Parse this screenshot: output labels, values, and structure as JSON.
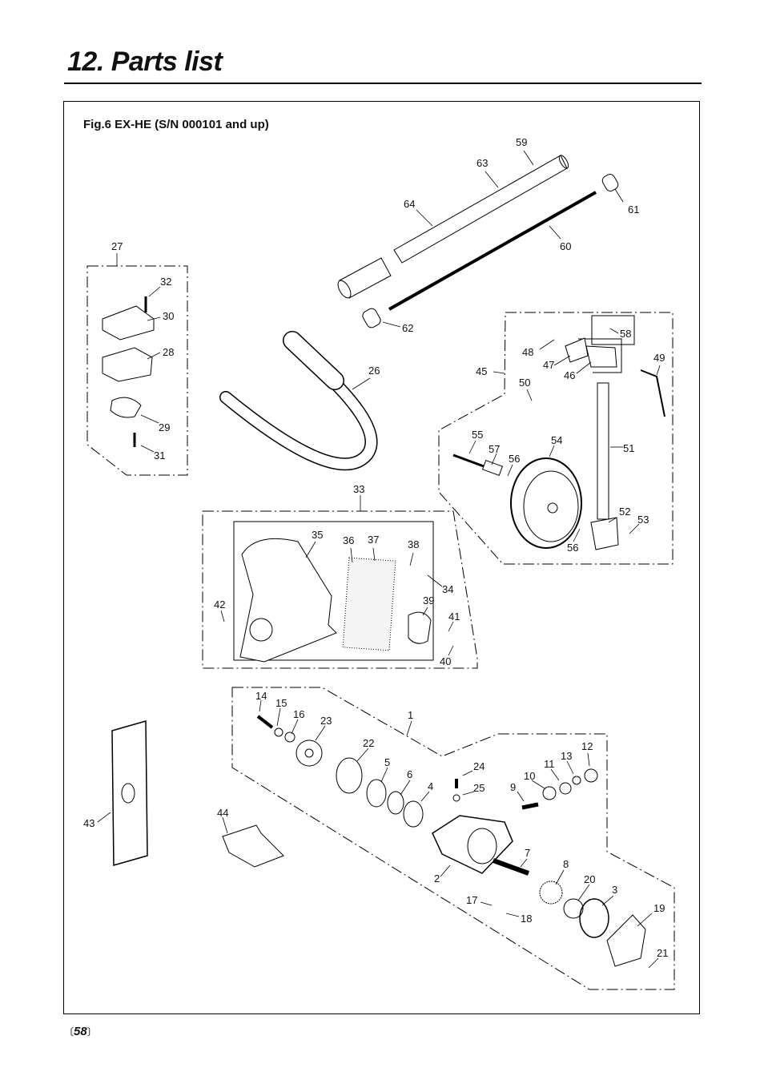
{
  "header": {
    "title": "12. Parts list"
  },
  "figure": {
    "caption": "Fig.6 EX-HE  (S/N 000101 and up)"
  },
  "part_callouts": [
    "59",
    "63",
    "64",
    "61",
    "60",
    "27",
    "32",
    "30",
    "28",
    "29",
    "31",
    "62",
    "26",
    "58",
    "48",
    "47",
    "46",
    "45",
    "49",
    "50",
    "55",
    "57",
    "56",
    "54",
    "51",
    "52",
    "53",
    "56",
    "33",
    "35",
    "36",
    "37",
    "38",
    "34",
    "42",
    "39",
    "41",
    "40",
    "14",
    "15",
    "16",
    "23",
    "1",
    "22",
    "5",
    "6",
    "4",
    "24",
    "25",
    "9",
    "10",
    "11",
    "13",
    "12",
    "43",
    "44",
    "2",
    "7",
    "8",
    "20",
    "3",
    "17",
    "18",
    "19",
    "21"
  ],
  "footer": {
    "page_number": "58",
    "bracket_open": "〔",
    "bracket_close": "〕"
  }
}
